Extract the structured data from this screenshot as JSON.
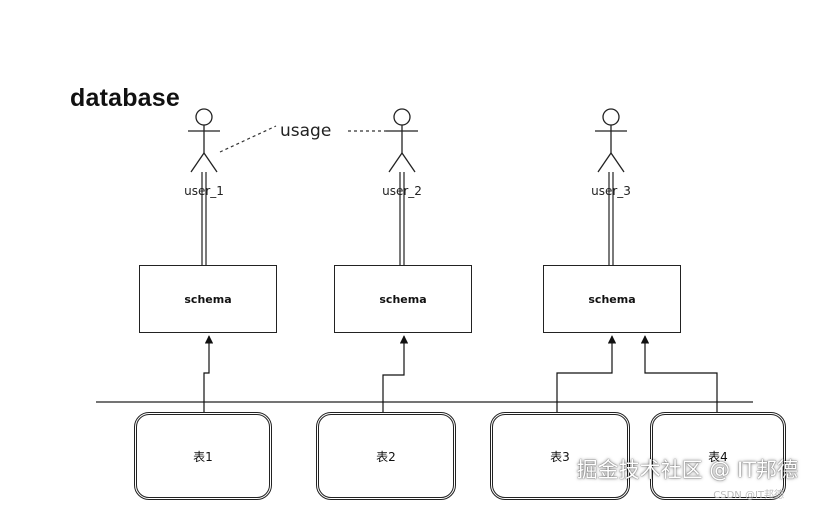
{
  "diagram": {
    "title": "database",
    "usage_label": "usage",
    "users": [
      {
        "label": "user_1"
      },
      {
        "label": "user_2"
      },
      {
        "label": "user_3"
      }
    ],
    "schemas": [
      {
        "label": "schema"
      },
      {
        "label": "schema"
      },
      {
        "label": "schema"
      }
    ],
    "tables": [
      {
        "label": "表1"
      },
      {
        "label": "表2"
      },
      {
        "label": "表3"
      },
      {
        "label": "表4"
      }
    ]
  },
  "watermark": {
    "text": "掘金技术社区 @ IT邦德",
    "small_text": "CSDN @IT邦德"
  }
}
